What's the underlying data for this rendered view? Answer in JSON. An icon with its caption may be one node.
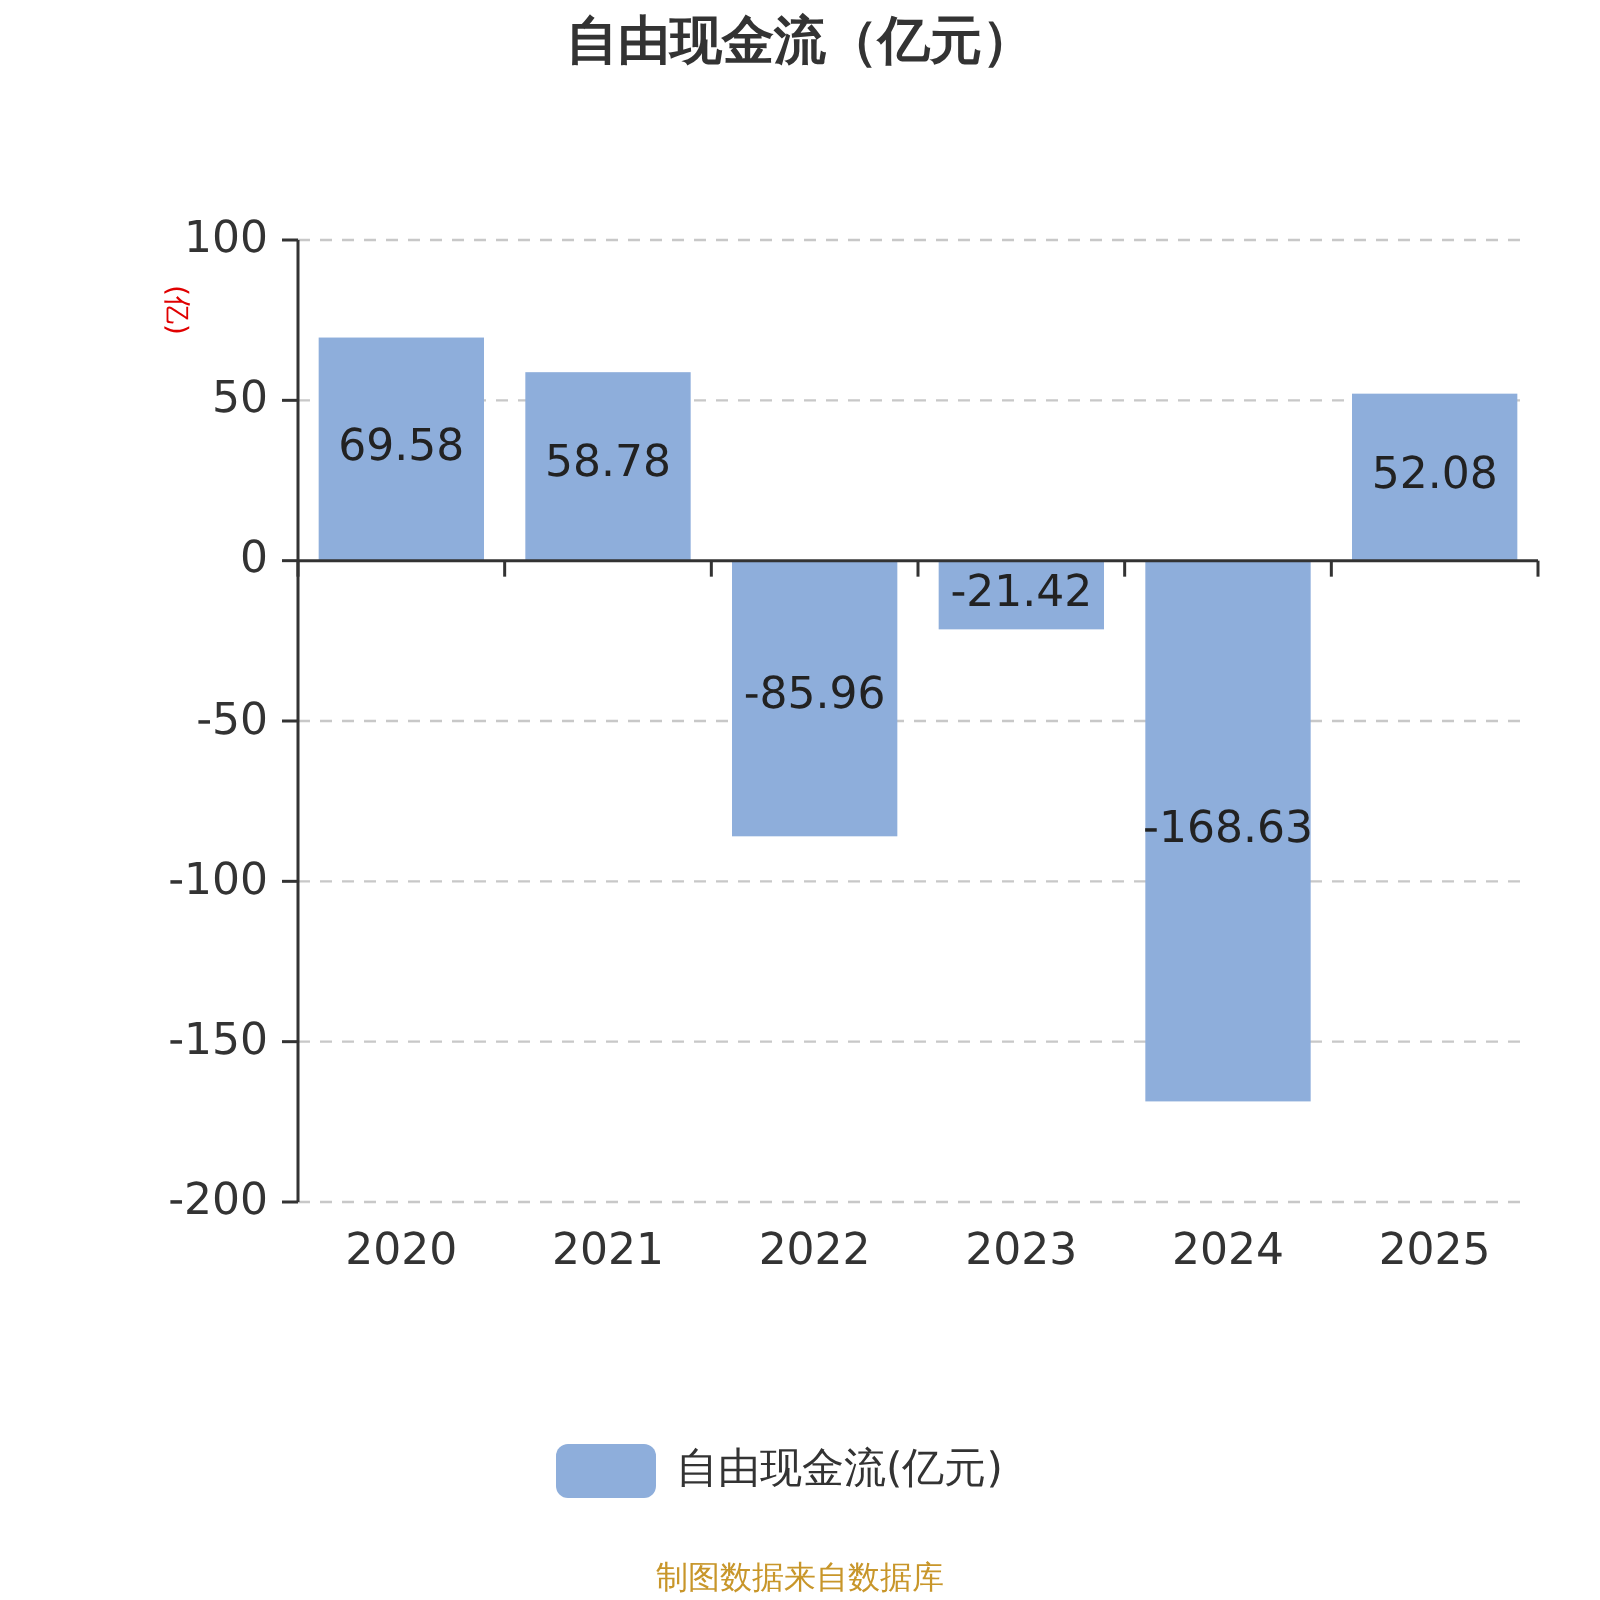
{
  "diagram": {
    "title": "自由现金流（亿元）",
    "labels": [
      "制图数据来自数据库"
    ],
    "legend": [
      {
        "text": "自由现金流(亿元)",
        "color": "#8eaedb"
      }
    ],
    "chart_data": {
      "type": "bar",
      "ylabel": "(亿)",
      "categories": [
        "2020",
        "2021",
        "2022",
        "2023",
        "2024",
        "2025"
      ],
      "values": [
        69.58,
        58.78,
        -85.96,
        -21.42,
        -168.63,
        52.08
      ],
      "ylim": [
        -200,
        100
      ],
      "grid": true,
      "yticks": [
        -200,
        -150,
        -100,
        -50,
        0,
        50,
        100
      ],
      "data_labels": true
    }
  }
}
